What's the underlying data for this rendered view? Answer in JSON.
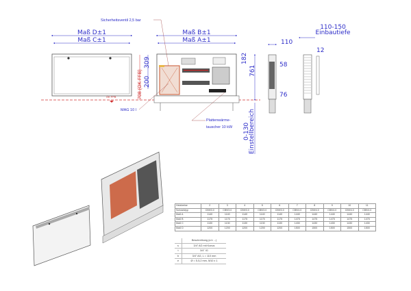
{
  "dimensions": {
    "mass_d": "Maß D±1",
    "mass_c": "Maß C±1",
    "mass_b": "Maß B±1",
    "mass_a": "Maß A±1",
    "d309": "309",
    "d200": "200",
    "d708": "708 (OK FFB)",
    "d182": "182",
    "d761": "761",
    "d0130": "0-130",
    "einstellbereich": "Einstellbereich",
    "d110": "110",
    "d58": "58",
    "d76": "76",
    "d110150": "110-150",
    "einbautiefe": "Einbautiefe",
    "d12": "12",
    "ok_ffb": "OK FFB"
  },
  "labels": {
    "sicherheitsventil": "Sicherheitsventil 2,5 bar",
    "mag": "MAG 10 l",
    "platten1": "Plattenwärme-",
    "platten2": "tauscher 10 kW"
  },
  "spec_table": {
    "rows": [
      [
        "Heizkreise",
        "2",
        "3",
        "4",
        "5",
        "6",
        "7",
        "8",
        "9",
        "10",
        "11"
      ],
      [
        "Schranktyp",
        "CB9/3.0",
        "CB9/3.0",
        "CB9/3.0",
        "CB9/3.0",
        "CB9/3.0",
        "CB9/4.0",
        "CB9/4.0",
        "CB9/4.0",
        "CB9/4.0",
        "CB9/4.0"
      ],
      [
        "Maß A",
        "1140",
        "1140",
        "1140",
        "1140",
        "1140",
        "1440",
        "1440",
        "1440",
        "1440",
        "1440"
      ],
      [
        "Maß B",
        "1175",
        "1175",
        "1175",
        "1175",
        "1175",
        "1475",
        "1475",
        "1475",
        "1475",
        "1475"
      ],
      [
        "Maß C",
        "1130",
        "1130",
        "1130",
        "1130",
        "1130",
        "1430",
        "1430",
        "1430",
        "1430",
        "1430"
      ],
      [
        "Maß D",
        "1200",
        "1200",
        "1200",
        "1200",
        "1200",
        "1500",
        "1500",
        "1500",
        "1500",
        "1500"
      ]
    ]
  },
  "legend": {
    "title": "Beschreibung (a b ...)",
    "items": [
      {
        "key": "s",
        "text": "3/4\" AG mit Konus"
      },
      {
        "key": "t",
        "text": "3/4\" IG"
      },
      {
        "key": "b",
        "text": "3/4\" AG, L = 110 mm"
      },
      {
        "key": "e",
        "text": "Ø = 5-5,2 mm, M10 x 1"
      }
    ]
  },
  "colors": {
    "dimension": "#2b2bc8",
    "floor_line": "#d03030",
    "heat_exchanger": "#c8552f"
  }
}
